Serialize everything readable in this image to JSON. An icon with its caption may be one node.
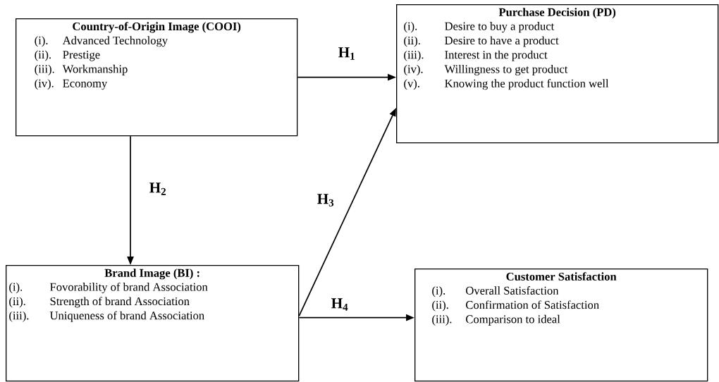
{
  "diagram": {
    "nodes": [
      {
        "text": [
          "Country-of-Origin Image (COOI)",
          "(i).",
          "Advanced Technology",
          "(ii).",
          "Prestige",
          "(iii).",
          "Workmanship",
          "(iv).",
          "Economy"
        ]
      },
      {
        "text": [
          "Purchase Decision (PD)",
          "(i).",
          "Desire to buy a product",
          "(ii).",
          "Desire to have a product",
          "(iii).",
          "Interest in the product",
          "(iv).",
          "Willingness to get product",
          "(v).",
          "Knowing the product function well"
        ]
      },
      {
        "text": [
          "Brand Image (BI) :",
          "(i).",
          "Fovorability of brand Association",
          "(ii).",
          "Strength of brand Association",
          "(iii).",
          "Uniqueness of brand Association"
        ]
      },
      {
        "text": [
          "Customer Satisfaction",
          "(i).",
          "Overall Satisfaction",
          "(ii).",
          "Confirmation of Satisfaction",
          "(iii).",
          "Comparison to ideal"
        ]
      }
    ],
    "edges": [
      {
        "from": 0,
        "to": 1,
        "arrow": "to",
        "label": "H$_{1}$"
      },
      {
        "from": 0,
        "to": 2,
        "arrow": "to",
        "label": "H$_{2}$"
      },
      {
        "from": 2,
        "to": 1,
        "arrow": "to",
        "label": "H$_{3}$"
      },
      {
        "from": 2,
        "to": 3,
        "arrow": "to",
        "label": "H$_{4}$"
      }
    ]
  }
}
